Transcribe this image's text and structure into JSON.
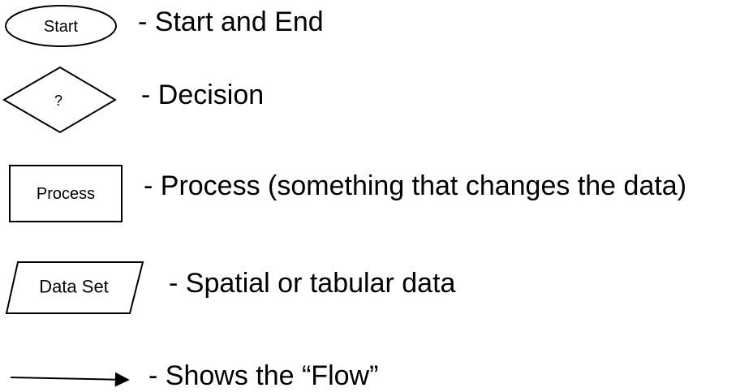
{
  "legend": {
    "items": [
      {
        "shape": "ellipse",
        "shape_label": "Start",
        "description": "- Start and End"
      },
      {
        "shape": "diamond",
        "shape_label": "?",
        "description": "- Decision"
      },
      {
        "shape": "rectangle",
        "shape_label": "Process",
        "description": "- Process (something that changes the data)"
      },
      {
        "shape": "parallelogram",
        "shape_label": "Data Set",
        "description": "- Spatial or tabular data"
      },
      {
        "shape": "arrow",
        "shape_label": "",
        "description": "- Shows the “Flow”"
      }
    ]
  },
  "colors": {
    "stroke": "#000000",
    "fill": "#ffffff",
    "text": "#000000"
  }
}
